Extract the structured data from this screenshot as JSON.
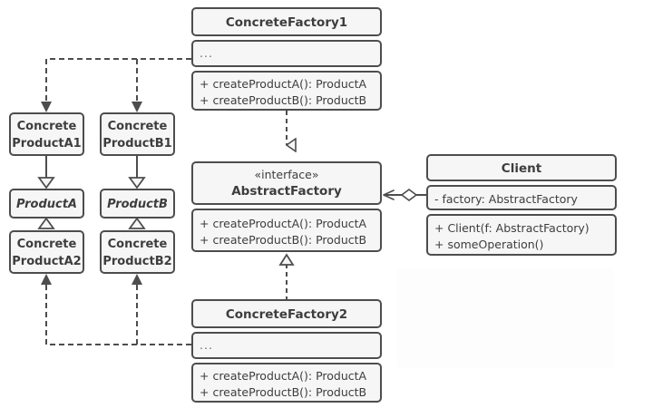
{
  "diagram": {
    "title": "Abstract Factory UML class diagram",
    "background": "#ffffff",
    "node_fill": "#f6f6f6",
    "node_stroke": "#4d4d4d",
    "text_color": "#3d3d3d"
  },
  "nodes": {
    "concrete_factory_1": {
      "name": "ConcreteFactory1",
      "attributes": "...",
      "operations": [
        "+ createProductA(): ProductA",
        "+ createProductB(): ProductB"
      ]
    },
    "concrete_factory_2": {
      "name": "ConcreteFactory2",
      "attributes": "...",
      "operations": [
        "+ createProductA(): ProductA",
        "+ createProductB(): ProductB"
      ]
    },
    "abstract_factory": {
      "stereotype": "«interface»",
      "name": "AbstractFactory",
      "operations": [
        "+ createProductA(): ProductA",
        "+ createProductB(): ProductB"
      ]
    },
    "client": {
      "name": "Client",
      "attributes": [
        "- factory: AbstractFactory"
      ],
      "operations": [
        "+ Client(f: AbstractFactory)",
        "+ someOperation()"
      ]
    },
    "concrete_product_a1": {
      "line1": "Concrete",
      "line2": "ProductA1"
    },
    "concrete_product_a2": {
      "line1": "Concrete",
      "line2": "ProductA2"
    },
    "concrete_product_b1": {
      "line1": "Concrete",
      "line2": "ProductB1"
    },
    "concrete_product_b2": {
      "line1": "Concrete",
      "line2": "ProductB2"
    },
    "product_a": {
      "name": "ProductA"
    },
    "product_b": {
      "name": "ProductB"
    }
  },
  "relationships": [
    {
      "id": "cf1-realizes-af",
      "type": "realization",
      "from": "ConcreteFactory1",
      "to": "AbstractFactory"
    },
    {
      "id": "cf2-realizes-af",
      "type": "realization",
      "from": "ConcreteFactory2",
      "to": "AbstractFactory"
    },
    {
      "id": "cpa1-realizes-pa",
      "type": "generalization",
      "from": "ConcreteProductA1",
      "to": "ProductA"
    },
    {
      "id": "cpa2-realizes-pa",
      "type": "generalization",
      "from": "ConcreteProductA2",
      "to": "ProductA"
    },
    {
      "id": "cpb1-realizes-pb",
      "type": "generalization",
      "from": "ConcreteProductB1",
      "to": "ProductB"
    },
    {
      "id": "cpb2-realizes-pb",
      "type": "generalization",
      "from": "ConcreteProductB2",
      "to": "ProductB"
    },
    {
      "id": "cf1-creates-a1",
      "type": "dependency",
      "from": "ConcreteFactory1",
      "to": "ConcreteProductA1"
    },
    {
      "id": "cf1-creates-b1",
      "type": "dependency",
      "from": "ConcreteFactory1",
      "to": "ConcreteProductB1"
    },
    {
      "id": "cf2-creates-a2",
      "type": "dependency",
      "from": "ConcreteFactory2",
      "to": "ConcreteProductA2"
    },
    {
      "id": "cf2-creates-b2",
      "type": "dependency",
      "from": "ConcreteFactory2",
      "to": "ConcreteProductB2"
    },
    {
      "id": "client-uses-af",
      "type": "aggregation",
      "from": "Client",
      "to": "AbstractFactory"
    }
  ]
}
